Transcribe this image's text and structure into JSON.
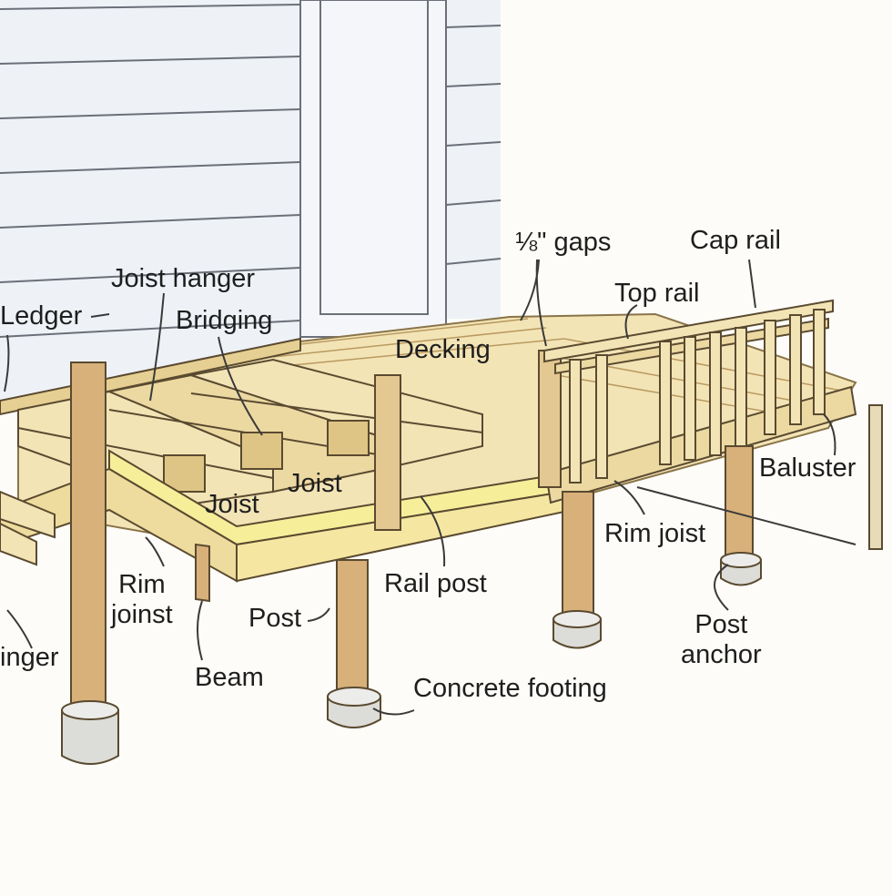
{
  "labels": {
    "gaps": "⅛\" gaps",
    "cap_rail": "Cap rail",
    "top_rail": "Top rail",
    "joist_hanger": "Joist hanger",
    "ledger": "Ledger",
    "bridging": "Bridging",
    "decking": "Decking",
    "joist_left": "Joist",
    "joist_center": "Joist",
    "baluster": "Baluster",
    "rim_joist_right": "Rim joist",
    "rim_joist_left": "Rim\njoinst",
    "rail_post": "Rail post",
    "post": "Post",
    "post_anchor": "Post\nanchor",
    "beam": "Beam",
    "concrete_footing": "Concrete footing",
    "stringer_partial": "inger"
  },
  "colors": {
    "siding": "#eef2f7",
    "siding_line": "#6b7078",
    "wood_light": "#f3e4b6",
    "wood_mid": "#e6cf92",
    "wood_dark": "#c9a76a",
    "post_wood": "#d7b07a",
    "concrete": "#dcdcd8",
    "highlight": "#f7ee9a",
    "outline": "#5a4a30",
    "leader": "#3a3a3a"
  }
}
